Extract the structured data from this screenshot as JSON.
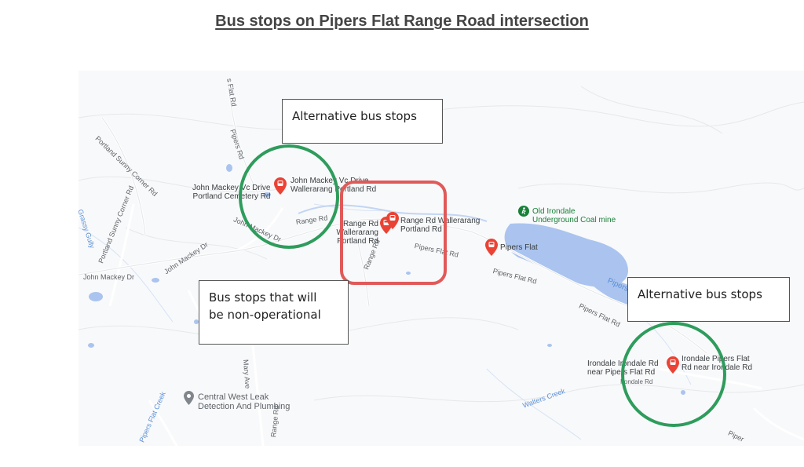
{
  "title": "Bus stops on Pipers Flat Range Road intersection",
  "callouts": {
    "alternative_left": "Alternative bus stops",
    "non_operational": "Bus stops that will\nbe non-operational",
    "alternative_right": "Alternative bus stops"
  },
  "road_labels": {
    "portland_sunny_corner_1": "Portland Sunny Corner Rd",
    "portland_sunny_corner_2": "Portland Sunny Corner Rd",
    "grassy_gully": "Grassy Gully",
    "flat_rd_top": "s Flat Rd",
    "pipers_rd": "Pipers Rd",
    "john_mackey_dr_1": "John Mackey Dr",
    "john_mackey_dr_2": "John Mackey Dr",
    "john_mackey_dr_3": "John Mackey Dr",
    "range_rd_1": "Range Rd",
    "range_rd_2": "Range Rd",
    "pipers_flat_rd_1": "Pipers Flat Rd",
    "pipers_flat_rd_2": "Pipers Flat Rd",
    "pipers_flat_rd_3": "Pipers Flat Rd",
    "pipers_flat_creek": "Pipers Flat Creek",
    "mary_ave": "Mary Ave",
    "irondale_rd": "Irondale Rd",
    "walters_creek": "Walters Creek",
    "pipers_water": "Pipers",
    "pipers_edge": "Piper"
  },
  "stops": {
    "john_mackey_west": "John Mackey Vc Drive\nPortland Cemetery Rd",
    "john_mackey_east": "John Mackey Vc Drive\nWallerarang Portland Rd",
    "range_rd_west": "Range Rd Wallerarang\nPortland Rd",
    "range_rd_east": "Range Rd Wallerarang\nPortland Rd",
    "pipers_flat": "Pipers Flat",
    "irondale_west": "Irondale Irondale Rd\nnear Pipers Flat Rd",
    "irondale_east": "Irondale Pipers Flat\nRd near Irondale Rd"
  },
  "pois": {
    "coal_mine": "Old Irondale\nUnderground Coal mine",
    "leak_detection": "Central West Leak\nDetection And Plumbing"
  },
  "colors": {
    "alternative_ring": "#2e9c5c",
    "non_operational_box": "#e05a5a",
    "bus_stop_pin": "#ea4335",
    "water": "#aac4ef",
    "poi_green": "#188038"
  },
  "icons": {
    "bus_stop": "bus-stop-pin-icon",
    "coal_mine": "hiking-icon",
    "leak_detection": "place-pin-icon"
  }
}
